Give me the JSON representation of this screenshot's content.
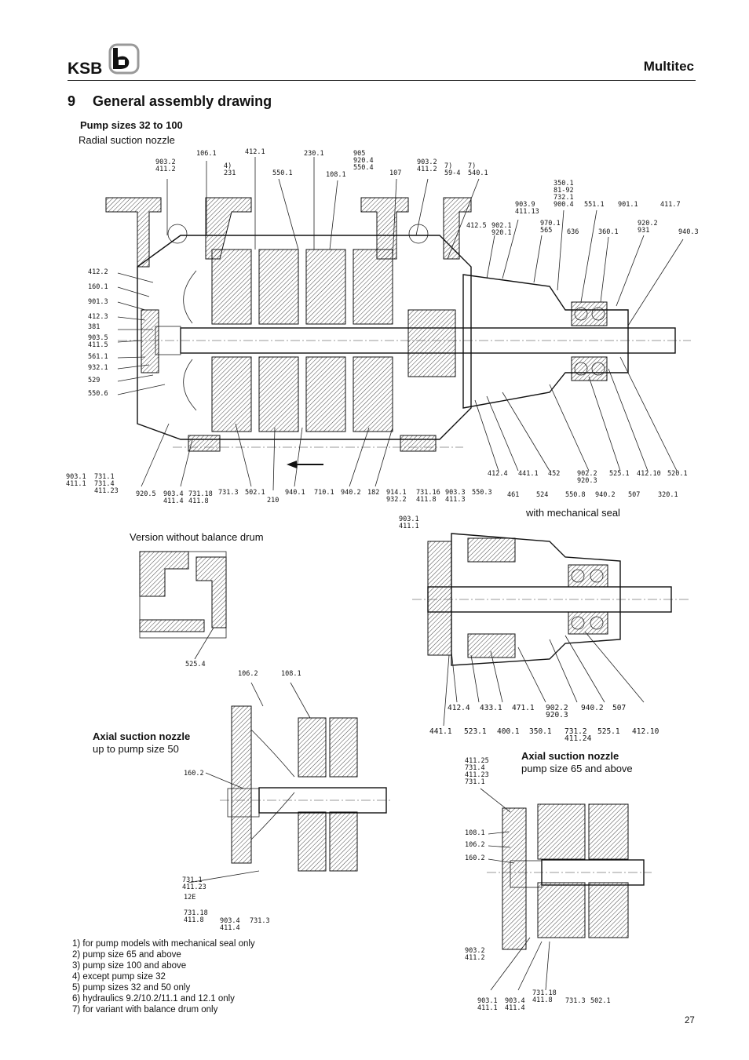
{
  "header": {
    "brand": "KSB",
    "product": "Multitec"
  },
  "section": {
    "number": "9",
    "title": "General assembly drawing"
  },
  "main_drawing": {
    "heading": "Pump sizes 32 to 100",
    "subheading": "Radial suction nozzle",
    "top_labels": [
      "903.2\n411.2",
      "106.1",
      "4)\n231",
      "412.1",
      "550.1",
      "230.1",
      "108.1",
      "905\n920.4\n550.4",
      "107",
      "903.2\n411.2",
      "7)\n59-4",
      "7)\n540.1"
    ],
    "right_labels": [
      "412.5",
      "902.1\n920.1",
      "903.9\n411.13",
      "970.1\n565",
      "636",
      "350.1\n81-92\n732.1\n900.4",
      "551.1",
      "360.1",
      "901.1",
      "920.2\n931",
      "411.7",
      "940.3"
    ],
    "left_labels": [
      "412.2",
      "160.1",
      "901.3",
      "412.3",
      "381",
      "903.5\n411.5",
      "561.1",
      "932.1",
      "529",
      "550.6"
    ],
    "bottom_labels": [
      "903.1\n411.1",
      "731.1\n731.4\n411.23",
      "920.5",
      "903.4\n411.4",
      "731.18\n411.8",
      "731.3",
      "502.1",
      "210",
      "940.1",
      "710.1",
      "940.2",
      "182",
      "914.1\n932.2",
      "731.16\n411.8",
      "903.3\n411.3",
      "550.3",
      "903.1\n411.1",
      "412.4",
      "461",
      "441.1",
      "524",
      "452",
      "550.8",
      "902.2\n920.3",
      "940.2",
      "525.1",
      "507",
      "412.10",
      "320.1",
      "520.1"
    ]
  },
  "mech_seal": {
    "caption": "with mechanical seal",
    "labels_row1": [
      "412.4",
      "433.1",
      "471.1",
      "902.2\n920.3",
      "940.2",
      "507"
    ],
    "labels_row2": [
      "441.1",
      "523.1",
      "400.1",
      "350.1",
      "731.2\n411.24",
      "525.1",
      "412.10"
    ]
  },
  "no_balance_drum": {
    "caption": "Version without balance drum",
    "label": "525.4"
  },
  "axial_small": {
    "heading": "Axial suction nozzle",
    "subheading": "up to pump size 50",
    "labels": [
      "106.2",
      "108.1",
      "160.2",
      "731.1\n411.23",
      "12E",
      "731.18\n411.8",
      "903.4\n411.4",
      "731.3"
    ]
  },
  "axial_large": {
    "heading": "Axial suction nozzle",
    "subheading": "pump size 65 and above",
    "labels": [
      "411.25\n731.4\n411.23\n731.1",
      "108.1",
      "106.2",
      "160.2",
      "903.2\n411.2",
      "903.1\n411.1",
      "903.4\n411.4",
      "731.18\n411.8",
      "731.3",
      "502.1"
    ]
  },
  "footnotes": [
    "1)  for pump models with mechanical seal only",
    "2)  pump size 65 and above",
    "3)  pump size 100 and above",
    "4)  except pump size 32",
    "5)  pump sizes 32 and 50 only",
    "6)  hydraulics 9.2/10.2/11.1 and 12.1 only",
    "7)  for variant with balance drum only"
  ],
  "page_number": "27"
}
